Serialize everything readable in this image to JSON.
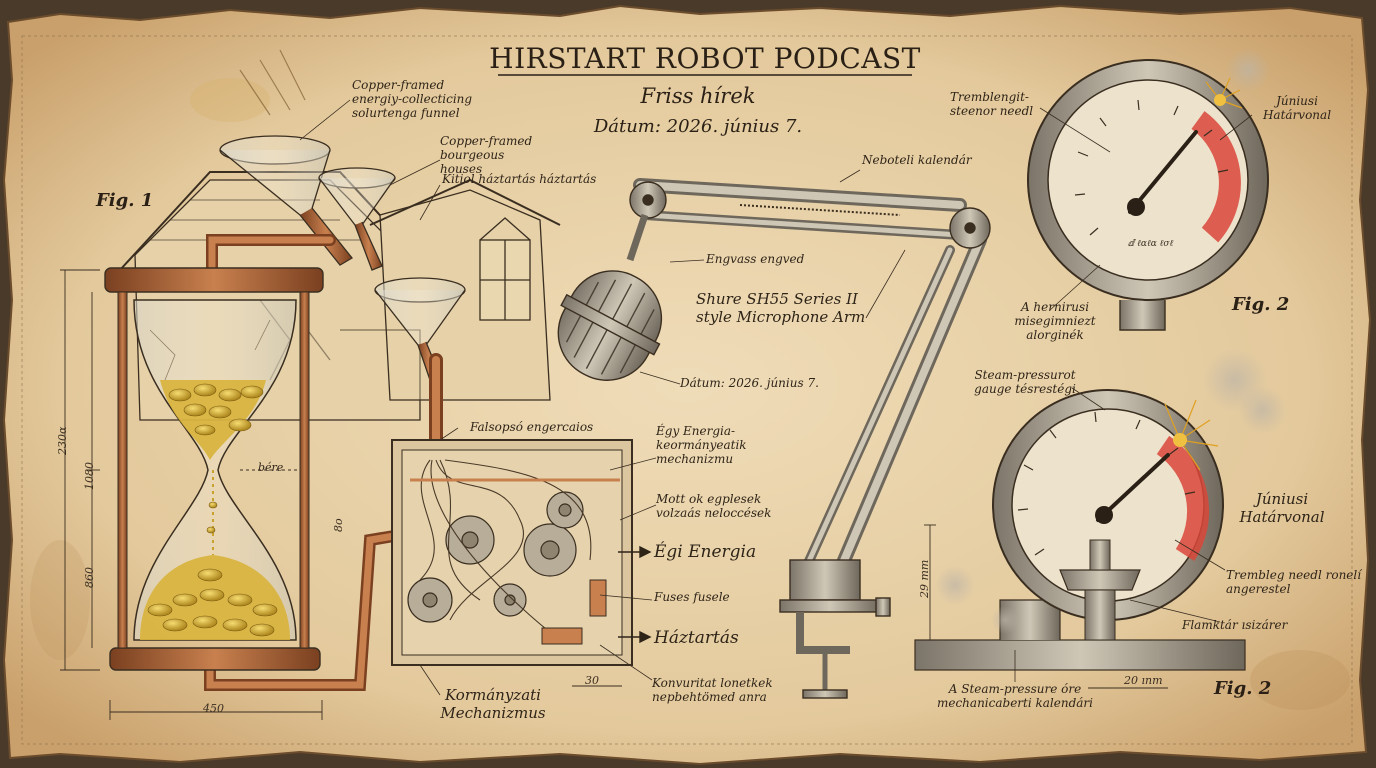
{
  "header": {
    "title": "HIRSTART ROBOT PODCAST",
    "subtitle": "Friss hírek",
    "date": "Dátum: 2026. június 7."
  },
  "figures": {
    "fig1": "Fig. 1",
    "fig2_top": "Fig. 2",
    "fig2_bottom": "Fig. 2"
  },
  "hourglass": {
    "funnel_label": "Copper-framed energiy-collecticing solurtenga funnel",
    "houses_label": "Copper-framed bourgeous houses",
    "house_label": "Kitiol háztartás háztartás",
    "sand_label": "bére",
    "dims": {
      "height_total": "230α",
      "height_upper": "1080",
      "height_lower": "860",
      "width": "450"
    }
  },
  "mechanism": {
    "falsopso": "Falsopsó engercaios",
    "egy_energia": "Égy Energia-keormányeatik mechanizmu",
    "mott": "Mott ok egplesek volzaás neloccések",
    "egi_energia": "Égi Energia",
    "fuses": "Fuses fusele",
    "haztartas": "Háztartás",
    "konvuritat": "Konvuritat lonetkek nepbehtömed anra",
    "kormanyzati": "Kormányzati Mechanizmus",
    "dim_30": "30",
    "dim_side": "8o"
  },
  "microphone": {
    "calendar": "Neboteli kalendár",
    "engvass": "Engvass engved",
    "model": "Shure SH55 Series II style Microphone Arm",
    "date": "Dátum: 2026. június 7."
  },
  "gauge_top": {
    "needle_label": "Tremblengit-steenor needl",
    "deadline": "Júniusi Határvonal",
    "bottom_label": "A hernirusi misegimniezt alorginék",
    "dial_text": "ⅆ ℓαℓα ℓσℓ"
  },
  "gauge_bottom": {
    "steam_label": "Steam-pressurot gauge tésrestégi",
    "deadline": "Júniusi Határvonal",
    "tremble": "Trembleg needl ronelí angerestel",
    "flamk": "Flamktár ısizárer",
    "caption": "A Steam-pressure óre mechanicaberti kalendári",
    "dim_mm": "20 ınm",
    "dim_side": "29 mm"
  },
  "colors": {
    "paper": "#e8d3ad",
    "ink": "#2e2418",
    "copper": "#b2693e",
    "gold": "#d9b23a",
    "red_zone": "#d9463a"
  }
}
